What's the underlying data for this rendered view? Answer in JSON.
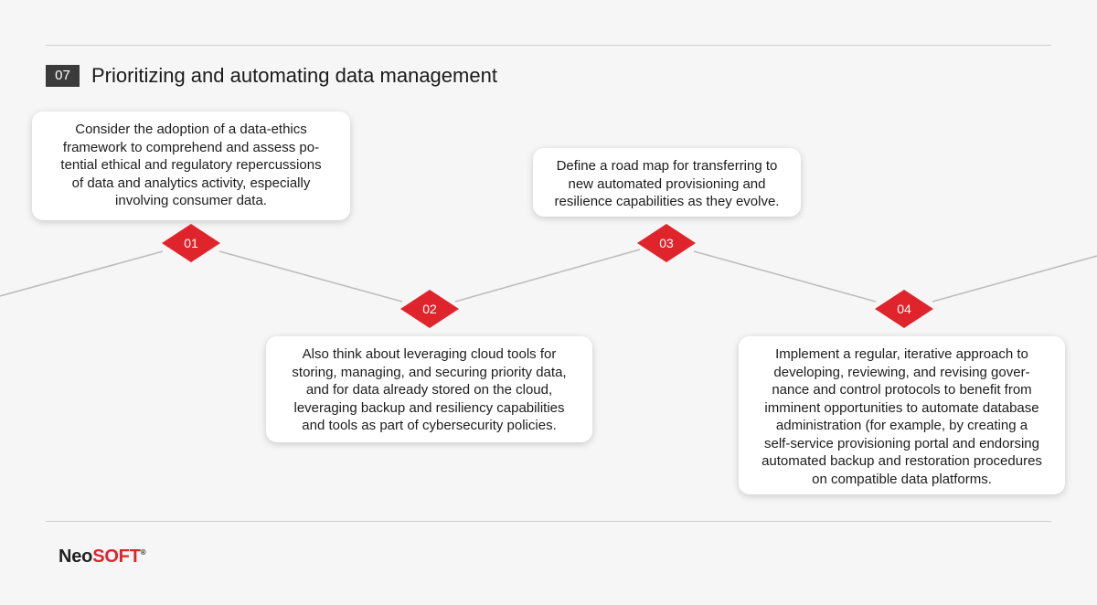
{
  "header": {
    "section_number": "07",
    "title": "Prioritizing and automating data management"
  },
  "steps": [
    {
      "number": "01",
      "lines": [
        "Consider the adoption of a data-ethics",
        "framework to comprehend and assess po-",
        "tential ethical and regulatory repercussions",
        "of data and analytics activity, especially",
        "involving consumer data."
      ]
    },
    {
      "number": "02",
      "lines": [
        "Also think about leveraging cloud tools for",
        "storing, managing, and securing priority data,",
        "and for data already stored on the cloud,",
        "leveraging backup and resiliency capabilities",
        "and tools as part of cybersecurity policies."
      ]
    },
    {
      "number": "03",
      "lines": [
        "Define a road map for transferring to",
        "new automated provisioning and",
        "resilience capabilities as they evolve."
      ]
    },
    {
      "number": "04",
      "lines": [
        "Implement a regular, iterative approach to",
        "developing, reviewing, and revising gover-",
        "nance and control protocols to benefit from",
        "imminent opportunities to automate database",
        "administration (for example, by creating a",
        "self-service provisioning portal and endorsing",
        "automated backup and restoration procedures",
        "on compatible data platforms."
      ]
    }
  ],
  "footer": {
    "logo_part1": "Neo",
    "logo_part2": "SOFT",
    "logo_mark": "®"
  },
  "colors": {
    "accent": "#e0242c",
    "badge": "#3b3b3b",
    "line": "#bdbdbd"
  }
}
